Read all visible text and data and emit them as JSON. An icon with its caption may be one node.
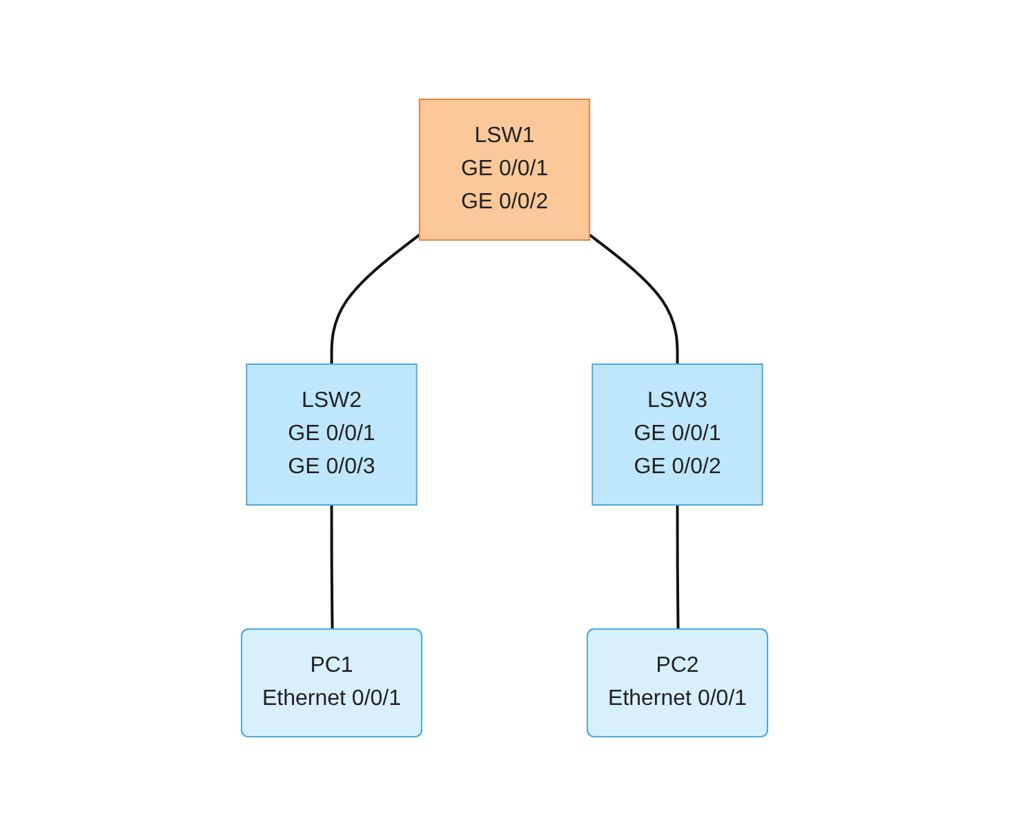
{
  "diagram": {
    "nodes": [
      {
        "text": [
          "LSW1",
          "GE 0/0/1",
          "GE 0/0/2"
        ]
      },
      {
        "text": [
          "LSW2",
          "GE 0/0/1",
          "GE 0/0/3"
        ]
      },
      {
        "text": [
          "LSW3",
          "GE 0/0/1",
          "GE 0/0/2"
        ]
      },
      {
        "text": [
          "PC1",
          "Ethernet 0/0/1"
        ]
      },
      {
        "text": [
          "PC2",
          "Ethernet 0/0/1"
        ]
      }
    ],
    "edges": [
      {
        "from": 0,
        "to": 1,
        "arrow": "none"
      },
      {
        "from": 0,
        "to": 2,
        "arrow": "none"
      },
      {
        "from": 1,
        "to": 3,
        "arrow": "none"
      },
      {
        "from": 2,
        "to": 4,
        "arrow": "none"
      }
    ]
  }
}
